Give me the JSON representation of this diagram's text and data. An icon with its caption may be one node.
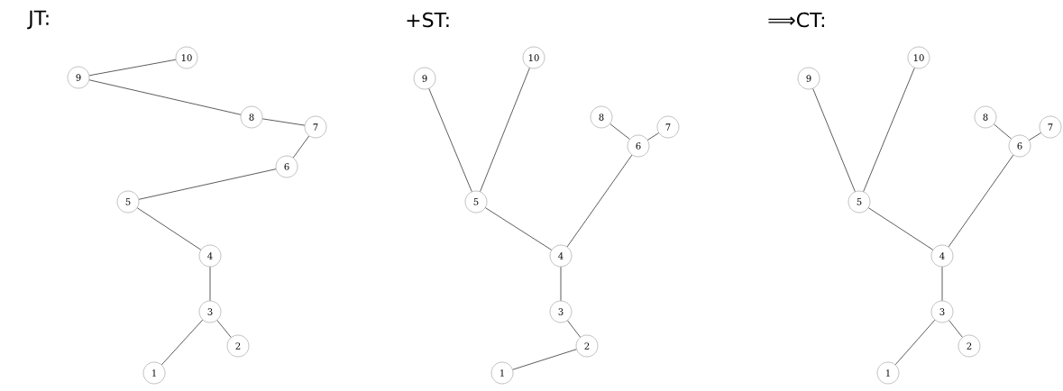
{
  "diagram": {
    "nodes": [
      {
        "text": [
          "10"
        ]
      },
      {
        "text": [
          "9"
        ]
      },
      {
        "text": [
          "8"
        ]
      },
      {
        "text": [
          "7"
        ]
      },
      {
        "text": [
          "6"
        ]
      },
      {
        "text": [
          "5"
        ]
      },
      {
        "text": [
          "4"
        ]
      },
      {
        "text": [
          "3"
        ]
      },
      {
        "text": [
          "2"
        ]
      },
      {
        "text": [
          "1"
        ]
      },
      {
        "text": [
          "10"
        ]
      },
      {
        "text": [
          "9"
        ]
      },
      {
        "text": [
          "8"
        ]
      },
      {
        "text": [
          "7"
        ]
      },
      {
        "text": [
          "6"
        ]
      },
      {
        "text": [
          "5"
        ]
      },
      {
        "text": [
          "4"
        ]
      },
      {
        "text": [
          "3"
        ]
      },
      {
        "text": [
          "2"
        ]
      },
      {
        "text": [
          "1"
        ]
      },
      {
        "text": [
          "10"
        ]
      },
      {
        "text": [
          "9"
        ]
      },
      {
        "text": [
          "8"
        ]
      },
      {
        "text": [
          "7"
        ]
      },
      {
        "text": [
          "6"
        ]
      },
      {
        "text": [
          "5"
        ]
      },
      {
        "text": [
          "4"
        ]
      },
      {
        "text": [
          "3"
        ]
      },
      {
        "text": [
          "2"
        ]
      },
      {
        "text": [
          "1"
        ]
      }
    ],
    "edges": [
      {
        "from": 1,
        "to": 0,
        "arrow": "none"
      },
      {
        "from": 1,
        "to": 2,
        "arrow": "none"
      },
      {
        "from": 2,
        "to": 3,
        "arrow": "none"
      },
      {
        "from": 3,
        "to": 4,
        "arrow": "none"
      },
      {
        "from": 4,
        "to": 5,
        "arrow": "none"
      },
      {
        "from": 5,
        "to": 6,
        "arrow": "none"
      },
      {
        "from": 6,
        "to": 7,
        "arrow": "none"
      },
      {
        "from": 7,
        "to": 8,
        "arrow": "none"
      },
      {
        "from": 7,
        "to": 9,
        "arrow": "none"
      },
      {
        "from": 11,
        "to": 15,
        "arrow": "none"
      },
      {
        "from": 10,
        "to": 15,
        "arrow": "none"
      },
      {
        "from": 12,
        "to": 14,
        "arrow": "none"
      },
      {
        "from": 13,
        "to": 14,
        "arrow": "none"
      },
      {
        "from": 14,
        "to": 16,
        "arrow": "none"
      },
      {
        "from": 15,
        "to": 16,
        "arrow": "none"
      },
      {
        "from": 16,
        "to": 17,
        "arrow": "none"
      },
      {
        "from": 17,
        "to": 18,
        "arrow": "none"
      },
      {
        "from": 18,
        "to": 19,
        "arrow": "none"
      },
      {
        "from": 21,
        "to": 25,
        "arrow": "none"
      },
      {
        "from": 20,
        "to": 25,
        "arrow": "none"
      },
      {
        "from": 22,
        "to": 24,
        "arrow": "none"
      },
      {
        "from": 23,
        "to": 24,
        "arrow": "none"
      },
      {
        "from": 24,
        "to": 26,
        "arrow": "none"
      },
      {
        "from": 25,
        "to": 26,
        "arrow": "none"
      },
      {
        "from": 26,
        "to": 27,
        "arrow": "none"
      },
      {
        "from": 27,
        "to": 28,
        "arrow": "none"
      },
      {
        "from": 27,
        "to": 29,
        "arrow": "none"
      }
    ],
    "labels": [
      "JT:",
      "+ST:",
      "⟹CT:"
    ]
  }
}
